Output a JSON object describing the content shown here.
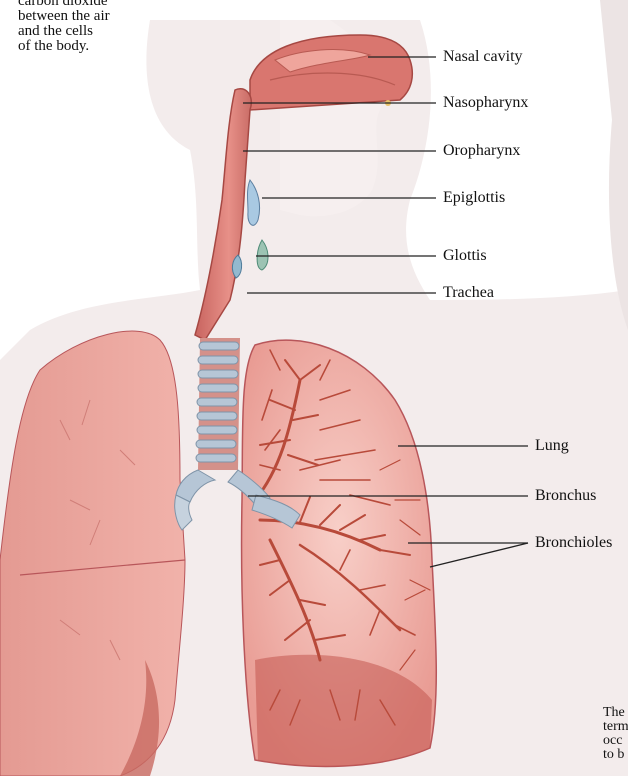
{
  "caption_lines": [
    "carbon dioxide",
    "between the air",
    "and the cells",
    "of the body."
  ],
  "labels": {
    "nasal_cavity": "Nasal cavity",
    "nasopharynx": "Nasopharynx",
    "oropharynx": "Oropharynx",
    "epiglottis": "Epiglottis",
    "glottis": "Glottis",
    "trachea": "Trachea",
    "lung": "Lung",
    "bronchus": "Bronchus",
    "bronchioles": "Bronchioles"
  },
  "corner_text_lines": [
    "The",
    "term",
    "occ",
    "to b"
  ],
  "colors": {
    "lung_fill": "#f3b4ad",
    "lung_edge": "#b8565a",
    "bronchi": "#b84a3a",
    "cartilage": "#b6c6d6",
    "airway": "#d9766f",
    "silhouette": "#efe6e6"
  }
}
